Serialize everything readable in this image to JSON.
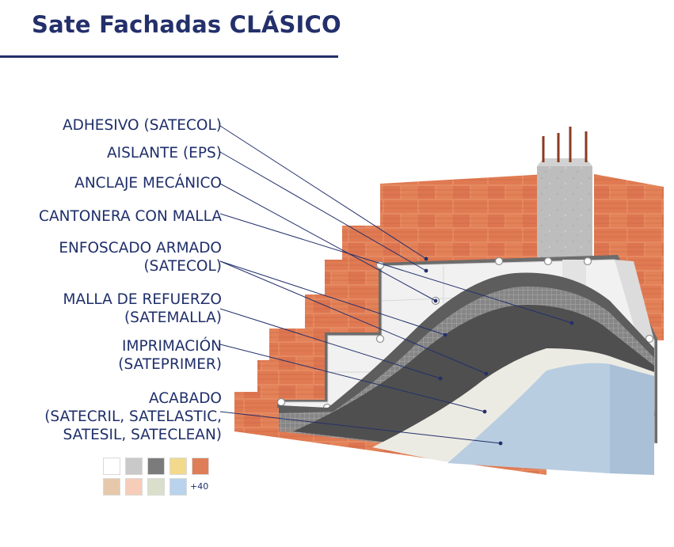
{
  "title": "Sate Fachadas CLÁSICO",
  "labels": [
    {
      "lines": [
        "ADHESIVO (SATECOL)"
      ]
    },
    {
      "lines": [
        "AISLANTE (EPS)"
      ]
    },
    {
      "lines": [
        "ANCLAJE MECÁNICO"
      ]
    },
    {
      "lines": [
        "CANTONERA CON MALLA"
      ]
    },
    {
      "lines": [
        "ENFOSCADO ARMADO",
        "(SATECOL)"
      ]
    },
    {
      "lines": [
        "MALLA DE REFUERZO",
        "(SATEMALLA)"
      ]
    },
    {
      "lines": [
        "IMPRIMACIÓN",
        "(SATEPRIMER)"
      ]
    },
    {
      "lines": [
        "ACABADO",
        "(SATECRIL, SATELASTIC,",
        "SATESIL, SATECLEAN)"
      ]
    }
  ],
  "swatches": {
    "row1": [
      "#ffffff",
      "#c9c9c9",
      "#7b7b7b",
      "#f3d98b",
      "#df7d56"
    ],
    "row2": [
      "#e6c9ab",
      "#f6cdb8",
      "#d9dfca",
      "#b9d3ec"
    ],
    "more_label": "+40"
  },
  "colors": {
    "brand": "#24306b",
    "brick": "#e07a52",
    "insulation": "#f2f2f2",
    "mortar": "#5c5c5c",
    "finish": "#b8cde0"
  }
}
